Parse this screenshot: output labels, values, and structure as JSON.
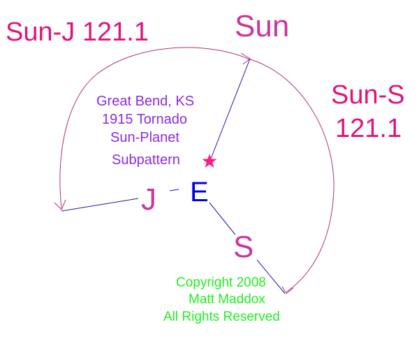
{
  "labels": {
    "sun": "Sun",
    "sun_j": "Sun-J 121.1",
    "sun_s_line1": "Sun-S",
    "sun_s_line2": "121.1",
    "j": "J",
    "e": "E",
    "s": "S"
  },
  "caption": {
    "line1": "Great Bend, KS",
    "line2": "1915 Tornado",
    "line3": "Sun-Planet",
    "line4": "Subpattern"
  },
  "copyright": {
    "line1": "Copyright 2008",
    "line2": "Matt Maddox",
    "line3": "All Rights Reserved"
  },
  "colors": {
    "magenta": "#e0147a",
    "planet": "#c8389a",
    "earth": "#0000e6",
    "caption": "#8a2be2",
    "copyright": "#22ee22",
    "line": "#1a1aa8",
    "arc": "#b0307a",
    "star": "#ff1a8c"
  }
}
